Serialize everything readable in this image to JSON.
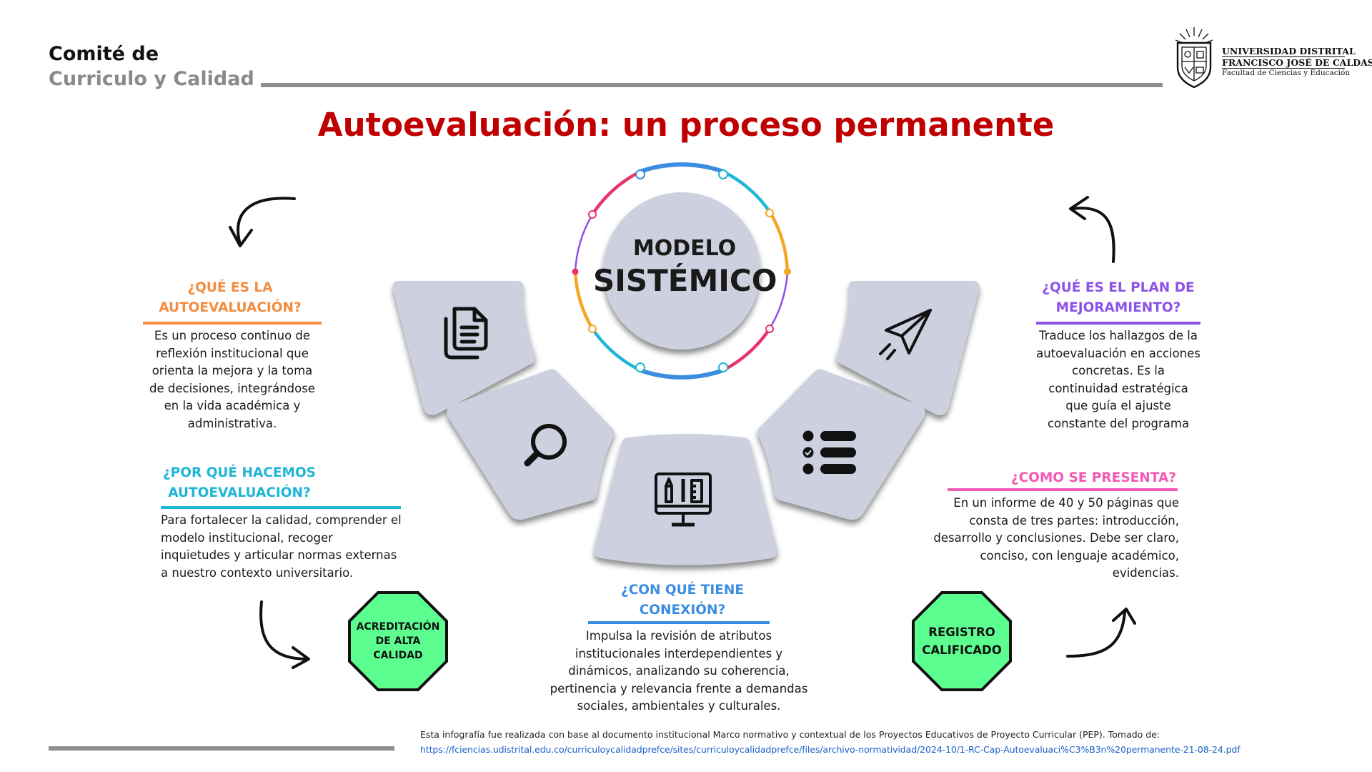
{
  "header": {
    "line1": "Comité de",
    "line2": "Curriculo y Calidad"
  },
  "logo": {
    "line1": "UNIVERSIDAD DISTRITAL",
    "line2": "FRANCISCO JOSÉ DE CALDAS",
    "line3": "Facultad de Ciencias y Educación"
  },
  "title": "Autoevaluación: un proceso permanente",
  "center": {
    "line1": "MODELO",
    "line2": "SISTÉMICO"
  },
  "segments": [
    {
      "icon": "document-copy-icon"
    },
    {
      "icon": "magnifier-icon"
    },
    {
      "icon": "design-tools-monitor-icon"
    },
    {
      "icon": "checklist-icon"
    },
    {
      "icon": "paper-plane-icon"
    }
  ],
  "blocks": {
    "que_es": {
      "question": "¿QUÉ ES LA AUTOEVALUACIÓN?",
      "text": "Es un proceso continuo de reflexión institucional que orienta la mejora y la toma de decisiones, integrándose en la vida académica y administrativa.",
      "color": "#f28c3f"
    },
    "por_que": {
      "question": "¿POR QUÉ HACEMOS AUTOEVALUACIÓN?",
      "text": "Para fortalecer la calidad, comprender el modelo institucional, recoger inquietudes y articular normas externas a nuestro contexto universitario.",
      "color": "#1fb5d6"
    },
    "plan": {
      "question": "¿QUÉ ES EL PLAN DE MEJORAMIENTO?",
      "text": "Traduce los hallazgos de la autoevaluación en acciones concretas. Es la continuidad estratégica que guía el ajuste constante del programa",
      "color": "#8c52e8"
    },
    "como": {
      "question": "¿COMO SE PRESENTA?",
      "text": "En un informe de 40 y 50 páginas que consta de tres partes: introducción, desarrollo y conclusiones. Debe ser claro, conciso, con lenguaje académico, evidencias.",
      "color": "#f25ab5"
    },
    "conexion": {
      "question": "¿CON QUÉ TIENE CONEXIÓN?",
      "text": "Impulsa la revisión de atributos institucionales interdependientes y dinámicos, analizando su coherencia, pertinencia y relevancia frente a demandas sociales, ambientales y culturales.",
      "color": "#3a8de0"
    }
  },
  "octagons": {
    "left": "ACREDITACIÓN DE ALTA CALIDAD",
    "right": "REGISTRO CALIFICADO",
    "color": "#5cff8f"
  },
  "footer": {
    "source": "Esta infografía fue realizada con base al documento institucional Marco normativo y contextual de los Proyectos Educativos de Proyecto Curricular (PEP). Tomado de:",
    "url": "https://fciencias.udistrital.edu.co/curriculoycalidadprefce/sites/curriculoycalidadprefce/files/archivo-normatividad/2024-10/1-RC-Cap-Autoevaluaci%C3%B3n%20permanente-21-08-24.pdf"
  }
}
